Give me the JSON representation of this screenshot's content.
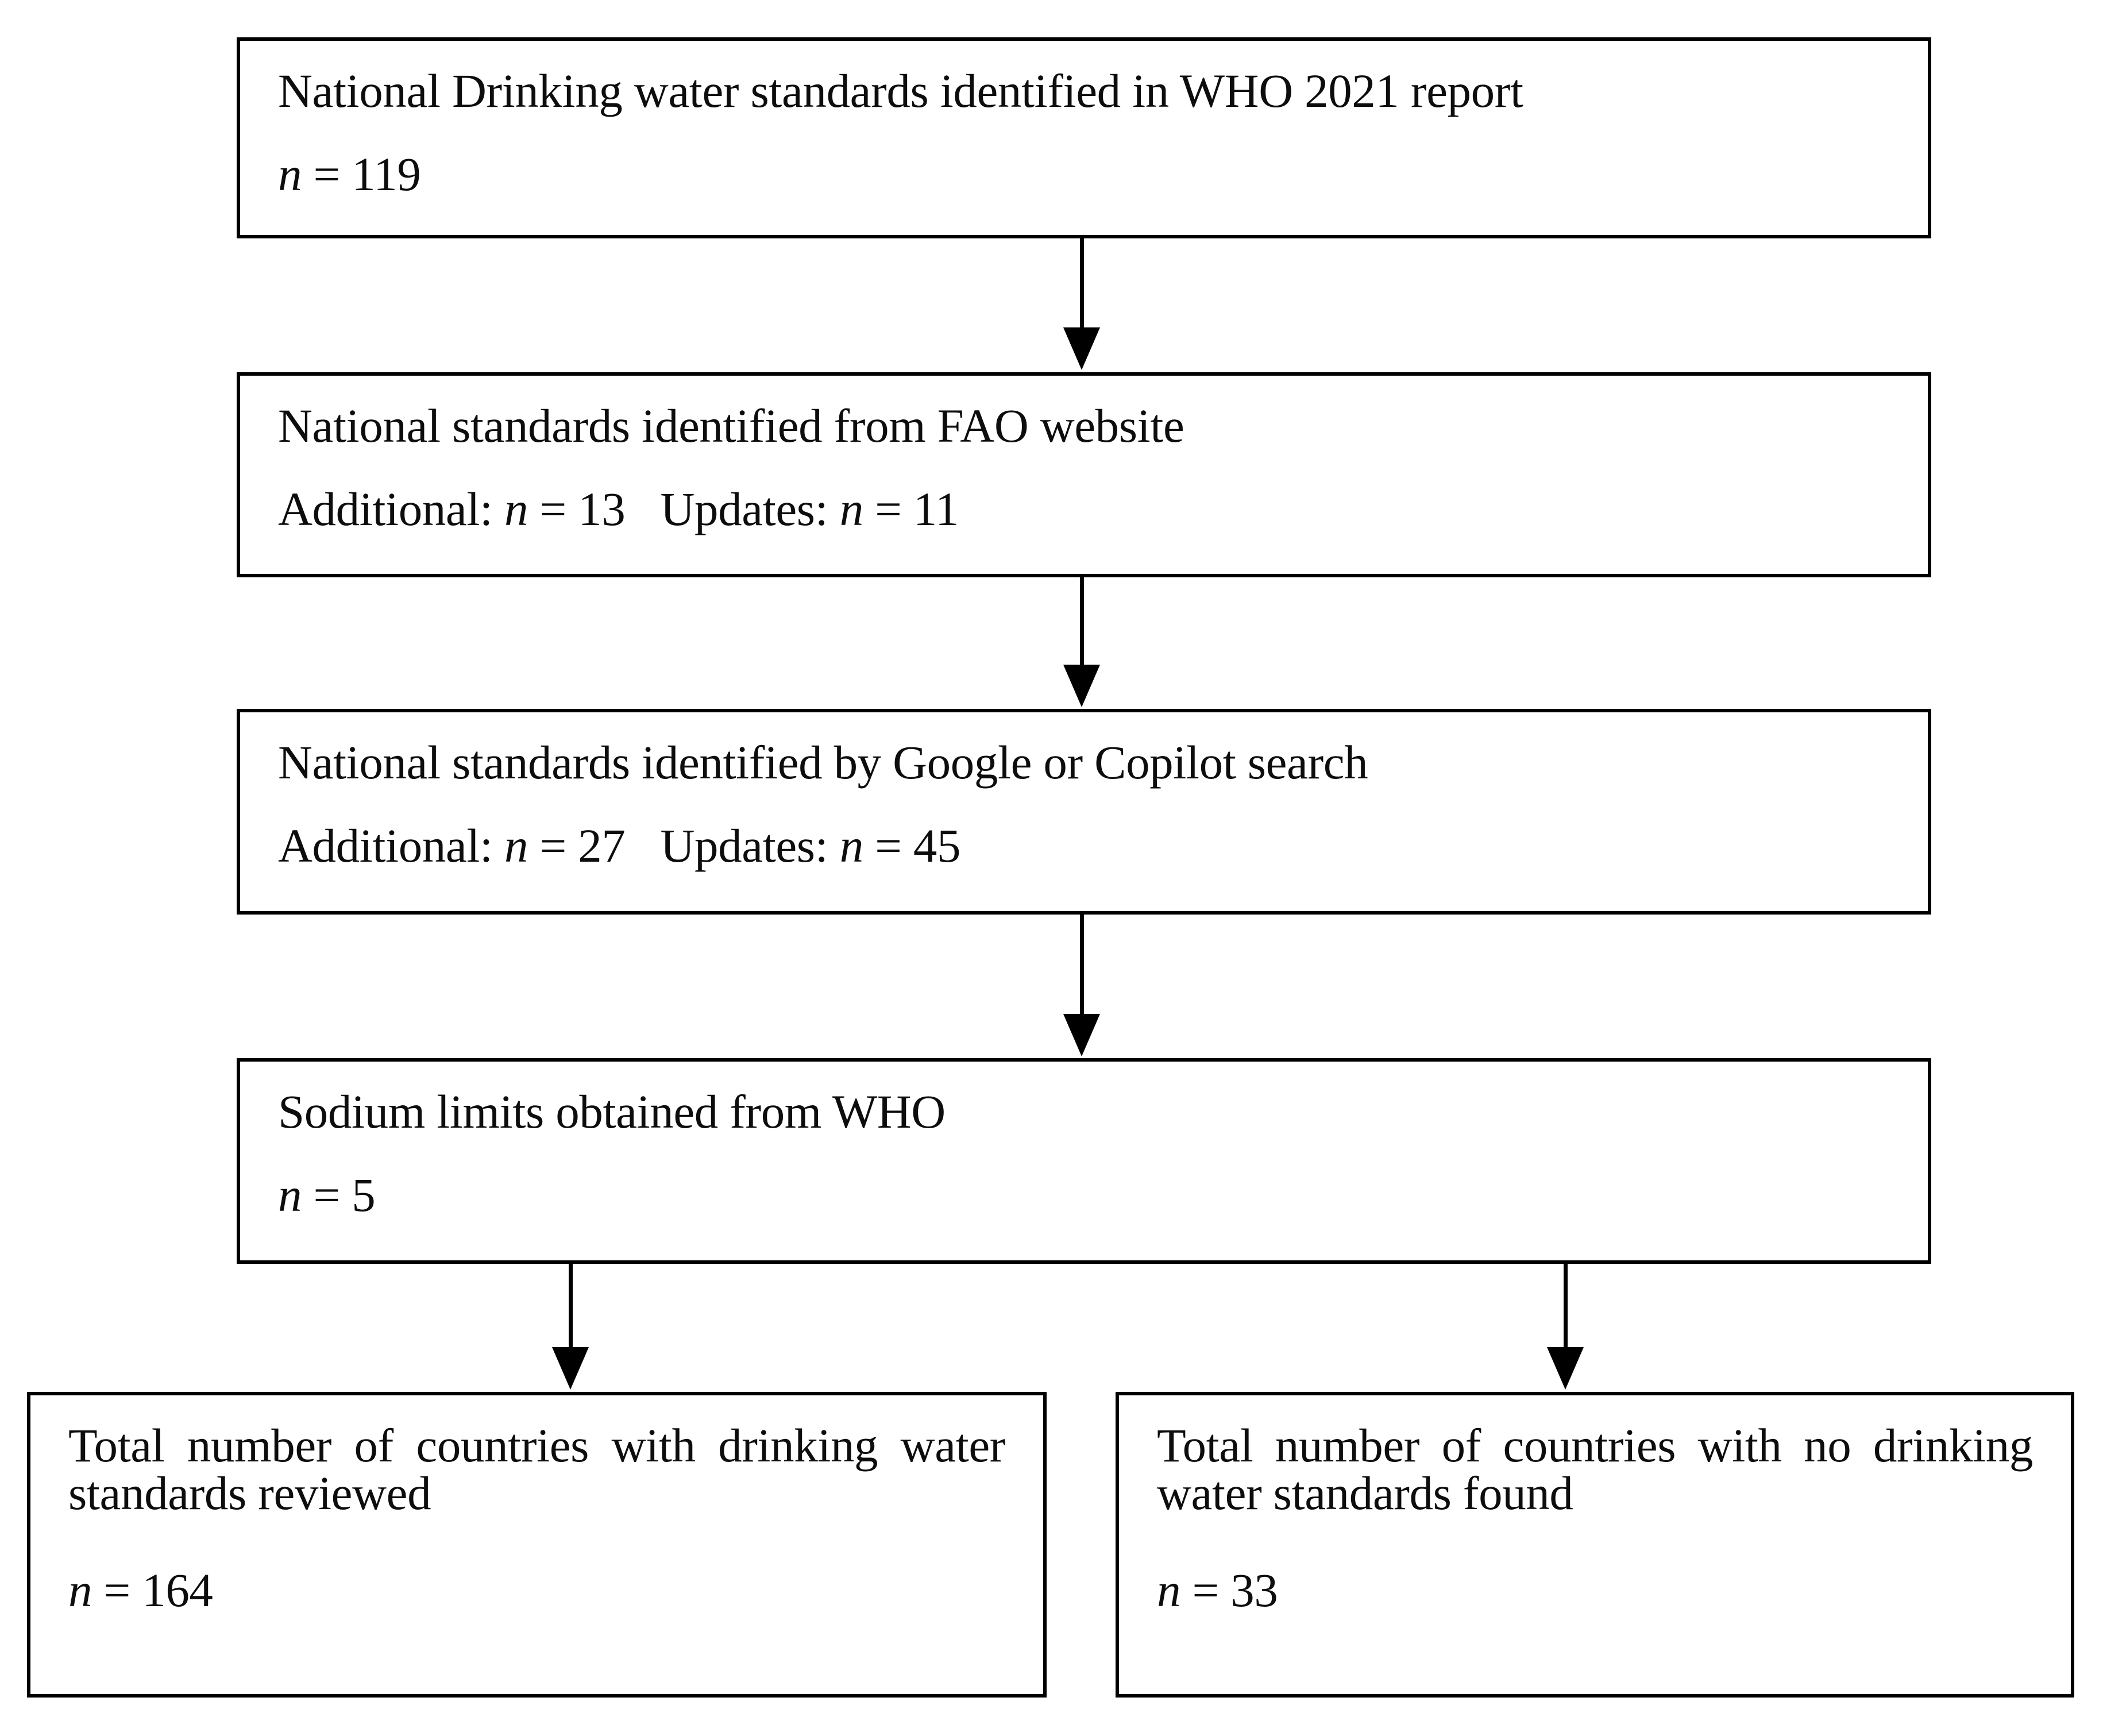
{
  "diagram": {
    "type": "flowchart",
    "title": "Drinking water standards identification flow",
    "orientation": "top-to-bottom",
    "colors": {
      "box_border": "#000000",
      "box_fill": "#ffffff",
      "text": "#0d0d0d",
      "arrow": "#000000"
    }
  },
  "nodes": {
    "who_report": {
      "line1": "National Drinking water standards identified in WHO 2021 report",
      "count_label": "n",
      "count_eq": " = ",
      "count_value": "119",
      "count_text": "n = 119"
    },
    "fao_website": {
      "line1": "National standards identified from FAO website",
      "additional_label": "Additional: ",
      "additional_sym": "n",
      "additional_value": " = 13",
      "updates_label": "Updates: ",
      "updates_sym": "n",
      "updates_value": " = 11",
      "count_text": "Additional: n = 13   Updates: n = 11"
    },
    "google_copilot": {
      "line1": "National standards identified by Google or Copilot search",
      "additional_label": "Additional: ",
      "additional_sym": "n",
      "additional_value": " = 27",
      "updates_label": "Updates: ",
      "updates_sym": "n",
      "updates_value": " = 45",
      "count_text": "Additional: n = 27   Updates: n = 45"
    },
    "sodium_who": {
      "line1": "Sodium limits obtained from WHO",
      "count_label": "n",
      "count_eq": " = ",
      "count_value": "5",
      "count_text": "n = 5"
    },
    "countries_reviewed": {
      "line1": "Total number of countries with drinking water standards reviewed",
      "count_label": "n",
      "count_eq": " = ",
      "count_value": "164",
      "count_text": "n = 164"
    },
    "countries_not_found": {
      "line1": "Total number of countries with no drinking water standards found",
      "count_label": "n",
      "count_eq": " = ",
      "count_value": "33",
      "count_text": "n = 33"
    }
  },
  "edges": [
    {
      "from": "who_report",
      "to": "fao_website",
      "marker": "arrow-down"
    },
    {
      "from": "fao_website",
      "to": "google_copilot",
      "marker": "arrow-down"
    },
    {
      "from": "google_copilot",
      "to": "sodium_who",
      "marker": "arrow-down"
    },
    {
      "from": "sodium_who",
      "to": "countries_reviewed",
      "marker": "arrow-down"
    },
    {
      "from": "sodium_who",
      "to": "countries_not_found",
      "marker": "arrow-down"
    }
  ]
}
